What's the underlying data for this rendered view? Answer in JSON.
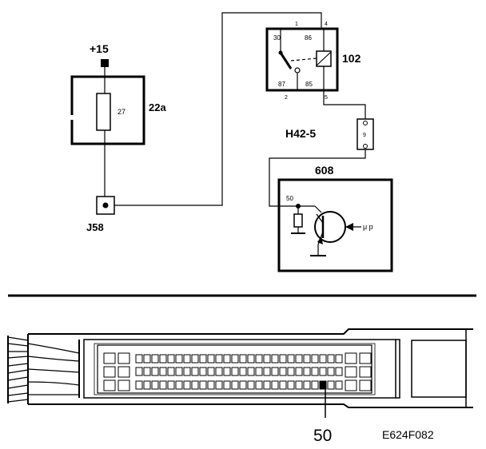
{
  "wiring": {
    "supply_label": "+15",
    "fuse_box_label": "22a",
    "fuse_number": "27",
    "junction_label": "J58",
    "connector_label": "H42-5",
    "connector_pin": "9",
    "relay": {
      "label": "102",
      "pin_top_left": "1",
      "pin_top_right": "4",
      "terminal_30": "30",
      "terminal_86": "86",
      "terminal_87": "87",
      "terminal_85": "85",
      "pin_bottom_left": "2",
      "pin_bottom_right": "5"
    },
    "ecu": {
      "label": "608",
      "pin_label": "50",
      "mp_label": "μ p"
    }
  },
  "connector": {
    "pin_callout": "50",
    "figure_id": "E624F082"
  }
}
